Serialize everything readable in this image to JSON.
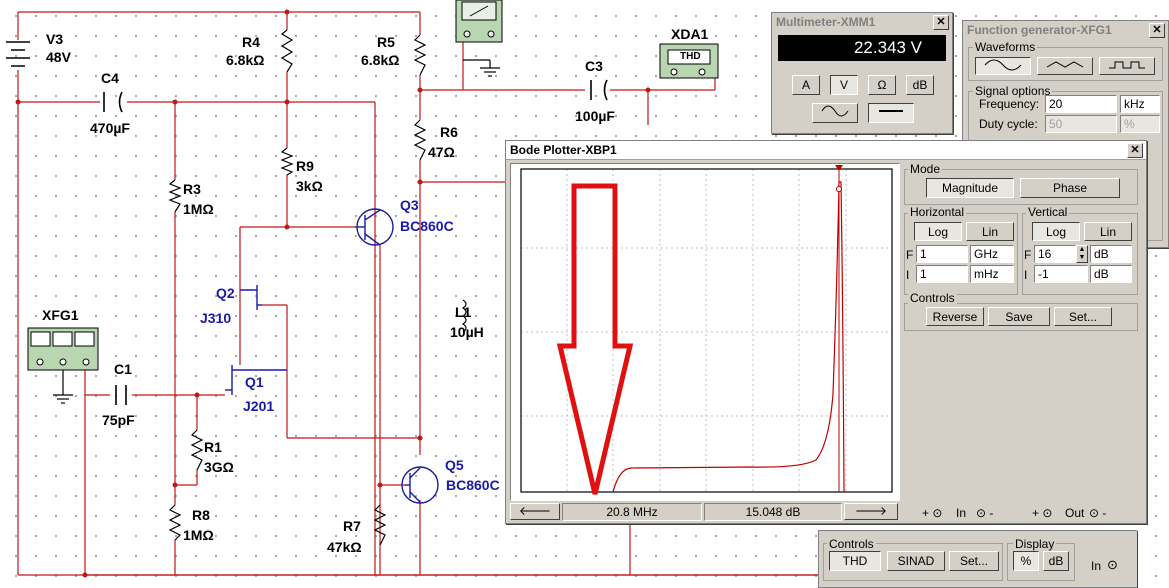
{
  "schematic": {
    "components": {
      "v3": {
        "name": "V3",
        "value": "48V"
      },
      "r4": {
        "name": "R4",
        "value": "6.8kΩ"
      },
      "r5": {
        "name": "R5",
        "value": "6.8kΩ"
      },
      "c4": {
        "name": "C4",
        "value": "470µF"
      },
      "c3": {
        "name": "C3",
        "value": "100µF"
      },
      "xda1": {
        "name": "XDA1",
        "body": "THD"
      },
      "r6": {
        "name": "R6",
        "value": "47Ω"
      },
      "r9": {
        "name": "R9",
        "value": "3kΩ"
      },
      "r3": {
        "name": "R3",
        "value": "1MΩ"
      },
      "q3": {
        "name": "Q3",
        "value": "BC860C"
      },
      "q2": {
        "name": "Q2",
        "value": "J310"
      },
      "l1": {
        "name": "L1",
        "value": "10µH"
      },
      "xfg1": {
        "name": "XFG1"
      },
      "c1": {
        "name": "C1",
        "value": "75pF"
      },
      "q1": {
        "name": "Q1",
        "value": "J201"
      },
      "r1": {
        "name": "R1",
        "value": "3GΩ"
      },
      "q5": {
        "name": "Q5",
        "value": "BC860C"
      },
      "r8": {
        "name": "R8",
        "value": "1MΩ"
      },
      "r7": {
        "name": "R7",
        "value": "47kΩ"
      }
    }
  },
  "multimeter": {
    "title": "Multimeter-XMM1",
    "reading": "22.343 V",
    "buttons": [
      "A",
      "V",
      "Ω",
      "dB"
    ],
    "selected": "V"
  },
  "function_generator": {
    "title": "Function generator-XFG1",
    "waveforms_label": "Waveforms",
    "signal_options_label": "Signal options",
    "frequency_label": "Frequency:",
    "frequency_value": "20",
    "frequency_unit": "kHz",
    "duty_label": "Duty cycle:",
    "duty_value": "50",
    "duty_unit": "%"
  },
  "distortion_analyzer": {
    "controls_label": "Controls",
    "thd_label": "THD",
    "sinad_label": "SINAD",
    "set_label": "Set...",
    "display_label": "Display",
    "percent_label": "%",
    "db_label": "dB",
    "in_label": "In"
  },
  "bode": {
    "title": "Bode Plotter-XBP1",
    "mode_label": "Mode",
    "magnitude_label": "Magnitude",
    "phase_label": "Phase",
    "horizontal_label": "Horizontal",
    "vertical_label": "Vertical",
    "log_label": "Log",
    "lin_label": "Lin",
    "h_f_label": "F",
    "h_f_value": "1",
    "h_f_unit": "GHz",
    "h_i_label": "I",
    "h_i_value": "1",
    "h_i_unit": "mHz",
    "v_f_label": "F",
    "v_f_value": "16",
    "v_f_unit": "dB",
    "v_i_label": "I",
    "v_i_value": "-1",
    "v_i_unit": "dB",
    "controls_label": "Controls",
    "reverse_label": "Reverse",
    "save_label": "Save",
    "set_label": "Set...",
    "cursor_freq": "20.8 MHz",
    "cursor_gain": "15.048 dB",
    "in_label": "In",
    "out_label": "Out",
    "trace_color": "#c00000",
    "annotation_arrow_color": "#e01010"
  }
}
